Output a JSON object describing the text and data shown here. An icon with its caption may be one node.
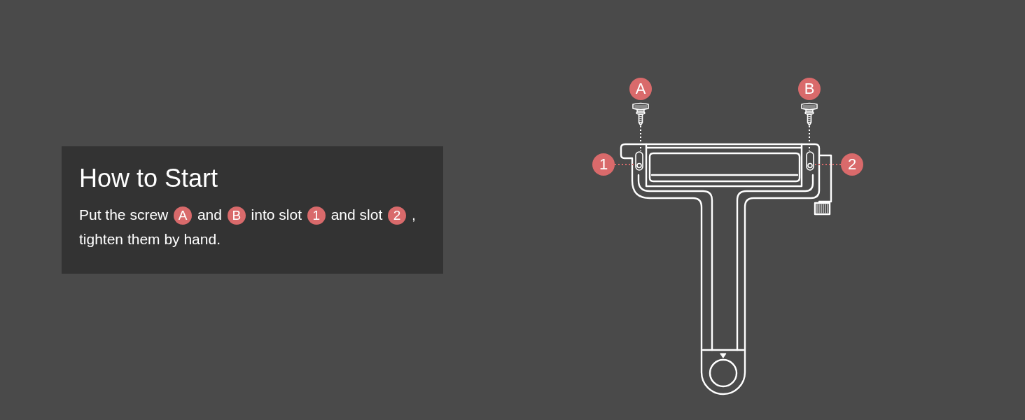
{
  "diagram": {
    "nodes": [
      {
        "text": [
          "How to Start",
          "Put the screw **A** and **B** into slot **1** and slot **2** , tighten them by hand."
        ]
      },
      {
        "text": [
          "A"
        ]
      },
      {
        "text": [
          "B"
        ]
      },
      {
        "text": [],
        "shape": "picture"
      },
      {
        "text": [],
        "shape": "picture"
      },
      {
        "text": [
          "1"
        ]
      },
      {
        "text": [],
        "shape": "picture"
      },
      {
        "text": [],
        "shape": "picture"
      },
      {
        "text": [
          "2"
        ]
      }
    ],
    "edges": [
      {
        "from": 3,
        "to": 6,
        "arrow": "none",
        "style": "dashed"
      },
      {
        "from": 4,
        "to": 7,
        "arrow": "none",
        "style": "dashed"
      },
      {
        "from": 5,
        "to": 6,
        "arrow": "none",
        "style": "dashed",
        "color": "#d96a6b"
      },
      {
        "from": 8,
        "to": 7,
        "arrow": "none",
        "style": "dashed",
        "color": "#d96a6b"
      }
    ]
  }
}
